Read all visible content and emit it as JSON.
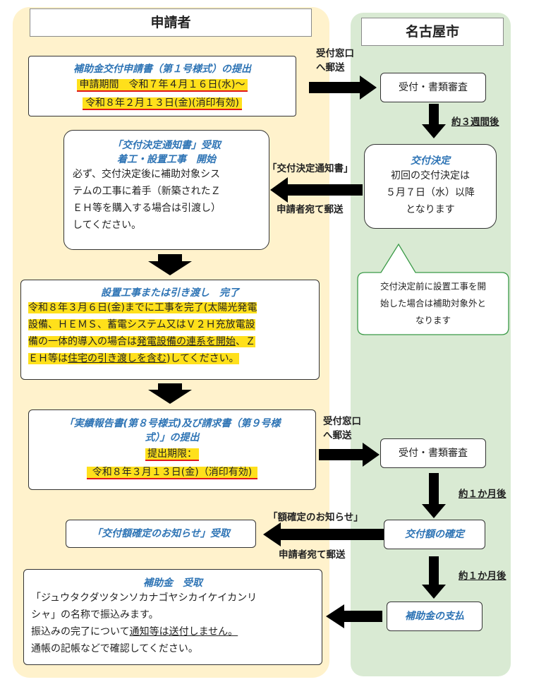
{
  "lanes": {
    "applicant": "申請者",
    "city": "名古屋市"
  },
  "steps": {
    "apply": {
      "title": "補助金交付申請書（第１号様式）の提出",
      "period_label": "申請期間",
      "period_start": "令和７年４月１６日(水)～",
      "period_end": "令和８年２月１３日(金)(消印有効)"
    },
    "mail1": {
      "line1": "受付窓口",
      "line2": "へ郵送"
    },
    "review1": "受付・書類審査",
    "wait1": "約３週間後",
    "decision": {
      "title": "交付決定",
      "line1": "初回の交付決定は",
      "line2": "５月７日（水）以降",
      "line3": "となります"
    },
    "notice_doc": "「交付決定通知書」",
    "notice_send": "申請者宛て郵送",
    "receive": {
      "title1": "「交付決定通知書」受取",
      "title2": "着工・設置工事　開始",
      "line1": "必ず、交付決定後に補助対象シス",
      "line2": "テムの工事に着手（新築されたＺ",
      "line3": "ＥＨ等を購入する場合は引渡し）",
      "line4": "してください。"
    },
    "callout": {
      "line1": "交付決定前に設置工事を開",
      "line2": "始した場合は補助対象外と",
      "line3": "なります"
    },
    "complete": {
      "title": "設置工事または引き渡し　完了",
      "line1": "令和８年３月６日(金)までに工事を完了(太陽光発電",
      "line2": "設備、ＨＥＭＳ、蓄電システム又はＶ２Ｈ充放電設",
      "line3a": "備の一体的導入の場合は",
      "line3b": "発電設備の連系を開始",
      "line3c": "、Ｚ",
      "line4a": "ＥＨ等は",
      "line4b": "住宅の引き渡しを含む",
      "line4c": ")してください。"
    },
    "report": {
      "title1": "「実績報告書(第８号様式)及び請求書（第９号様",
      "title2": "式）」の提出",
      "deadline_label": "提出期限：",
      "deadline": "令和８年３月１３日(金)（消印有効)"
    },
    "mail2": {
      "line1": "受付窓口",
      "line2": "へ郵送"
    },
    "review2": "受付・書類審査",
    "wait2": "約１か月後",
    "confirm": "交付額の確定",
    "confirm_doc": "「額確定のお知らせ」",
    "confirm_send": "申請者宛て郵送",
    "confirm_receive": "「交付額確定のお知らせ」受取",
    "wait3": "約１か月後",
    "payment": "補助金の支払",
    "received": {
      "title": "補助金　受取",
      "line1": "「ジュウタクダツタンソカナゴヤシカイケイカンリ",
      "line2": "シャ」の名称で振込みます。",
      "line3a": "振込みの完了について",
      "line3b": "通知等は送付しません。",
      "line4": "通帳の記帳などで確認してください。"
    }
  },
  "colors": {
    "applicant_bg": "#fff2cc",
    "city_bg": "#d9ead3",
    "title_blue": "#2e74b5",
    "highlight": "#ffe01b",
    "underline_red": "#e0161a"
  }
}
